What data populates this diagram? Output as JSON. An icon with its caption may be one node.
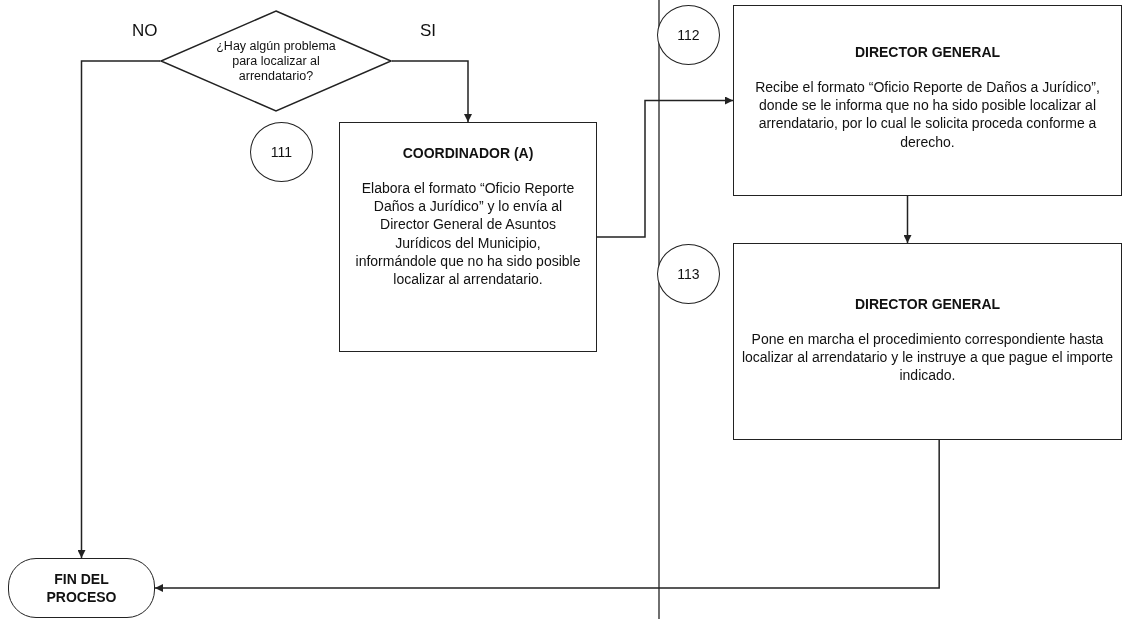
{
  "diagram": {
    "nodes": [
      {
        "text": [
          "¿Hay algún problema para localizar al arrendatario?"
        ]
      },
      {
        "text": [
          "111"
        ]
      },
      {
        "text": [
          "COORDINADOR (A)",
          "Elabora el formato “Oficio Reporte Daños a Jurídico” y lo envía al Director General de Asuntos Jurídicos del Municipio, informándole que no ha sido posible localizar al arrendatario."
        ]
      },
      {
        "text": [
          "112"
        ]
      },
      {
        "text": [
          "DIRECTOR GENERAL",
          "Recibe el formato “Oficio Reporte de Daños a Jurídico”, donde se le informa que no ha sido posible localizar al arrendatario, por lo cual le solicita proceda conforme a derecho."
        ]
      },
      {
        "text": [
          "113"
        ]
      },
      {
        "text": [
          "DIRECTOR GENERAL",
          "Pone en marcha el procedimiento correspondiente hasta localizar al arrendatario y le instruye a que pague el importe indicado."
        ]
      },
      {
        "text": [
          "FIN DEL PROCESO"
        ]
      }
    ],
    "edges": [
      {
        "from": 0,
        "to": 7,
        "arrow": "to",
        "label": "NO"
      },
      {
        "from": 0,
        "to": 2,
        "arrow": "to",
        "label": "SI"
      },
      {
        "from": 2,
        "to": 4,
        "arrow": "to"
      },
      {
        "from": 4,
        "to": 6,
        "arrow": "to"
      },
      {
        "from": 6,
        "to": 7,
        "arrow": "to"
      }
    ]
  }
}
